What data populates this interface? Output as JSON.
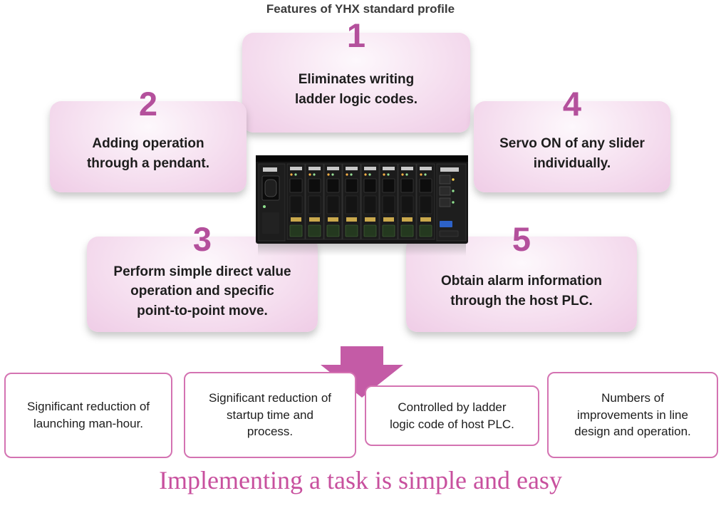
{
  "title": "Features of YHX standard profile",
  "features": [
    {
      "number": "1",
      "text": "Eliminates writing\nladder logic codes."
    },
    {
      "number": "2",
      "text": "Adding operation\nthrough a pendant."
    },
    {
      "number": "3",
      "text": "Perform simple direct value\noperation and specific\npoint-to-point move."
    },
    {
      "number": "4",
      "text": "Servo ON of any slider\nindividually."
    },
    {
      "number": "5",
      "text": "Obtain alarm information\nthrough the host PLC."
    }
  ],
  "results": [
    "Significant reduction of\nlaunching man-hour.",
    "Significant reduction of\nstartup time and\nprocess.",
    "Controlled by ladder\nlogic code of host PLC.",
    "Numbers of\nimprovements in line\ndesign and operation."
  ],
  "caption": "Implementing a task is simple and easy",
  "colors": {
    "accent": "#b4509c",
    "box_pink": "#efcce6",
    "border_pink": "#d473b2",
    "arrow": "#c45ba6",
    "caption": "#c8509e"
  }
}
